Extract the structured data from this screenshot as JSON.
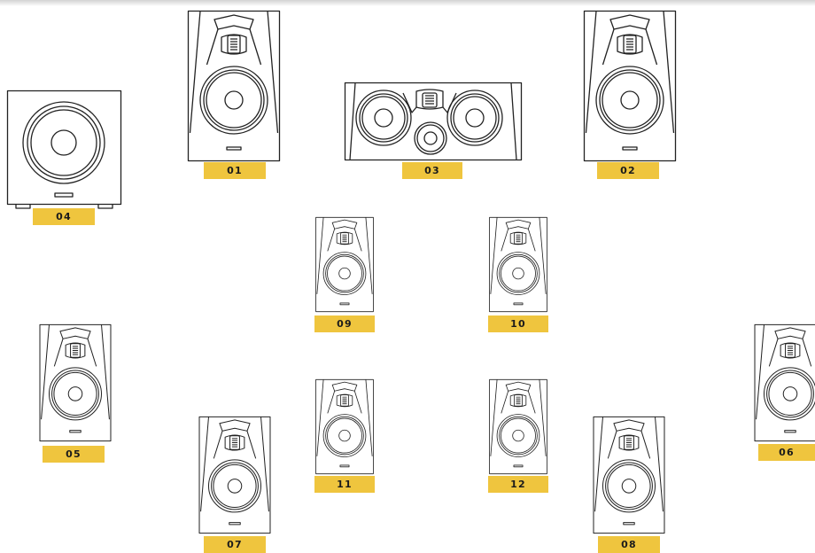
{
  "diagram": {
    "line_color": "#222222",
    "label_color": "#efc53e",
    "speakers": [
      {
        "id": "01",
        "kind": "monitor-large"
      },
      {
        "id": "02",
        "kind": "monitor-large"
      },
      {
        "id": "03",
        "kind": "center"
      },
      {
        "id": "04",
        "kind": "subwoofer"
      },
      {
        "id": "05",
        "kind": "monitor"
      },
      {
        "id": "06",
        "kind": "monitor"
      },
      {
        "id": "07",
        "kind": "monitor-large"
      },
      {
        "id": "08",
        "kind": "monitor-large"
      },
      {
        "id": "09",
        "kind": "monitor-small"
      },
      {
        "id": "10",
        "kind": "monitor-small"
      },
      {
        "id": "11",
        "kind": "monitor-small"
      },
      {
        "id": "12",
        "kind": "monitor-small"
      }
    ]
  }
}
